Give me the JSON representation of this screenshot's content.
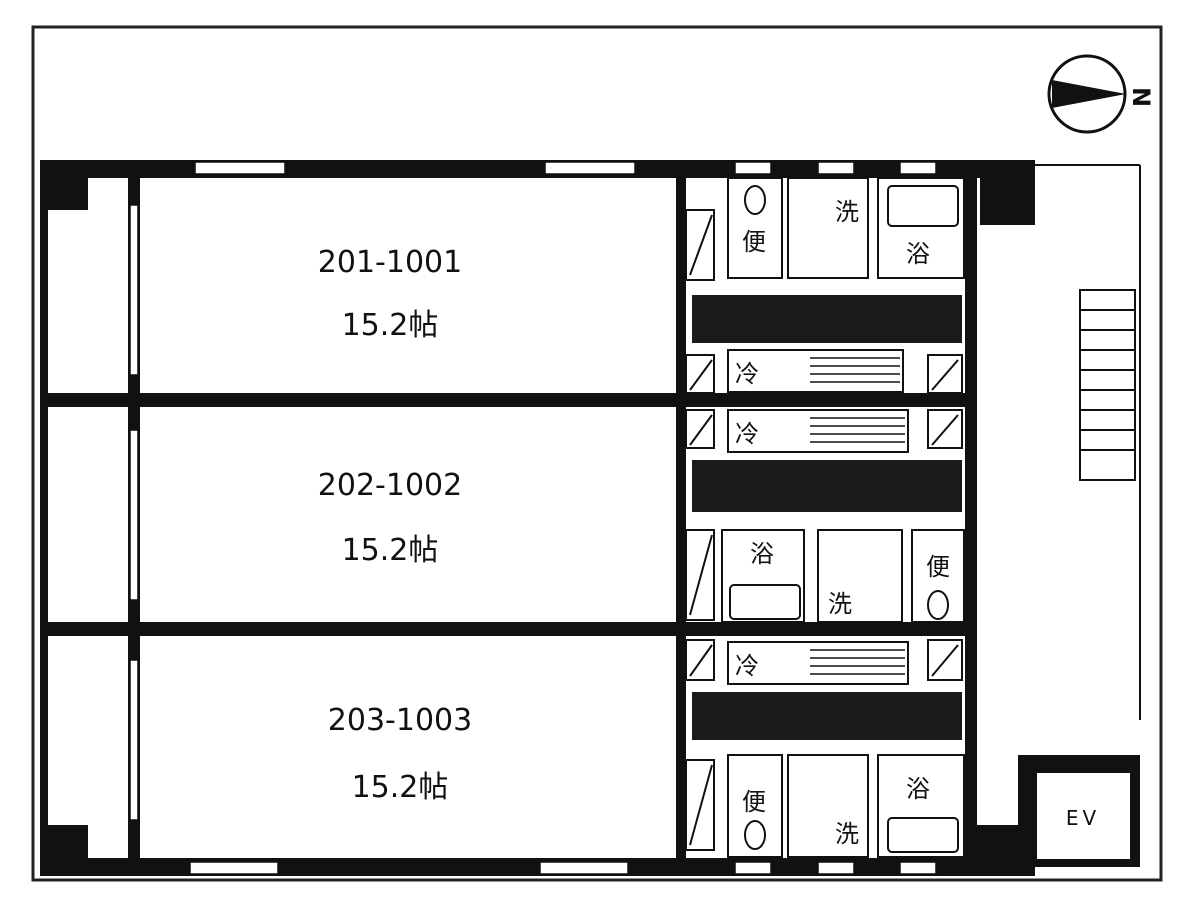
{
  "compass": {
    "label": "N"
  },
  "rooms": [
    {
      "id": "201-1001",
      "size": "15.2帖"
    },
    {
      "id": "202-1002",
      "size": "15.2帖"
    },
    {
      "id": "203-1003",
      "size": "15.2帖"
    }
  ],
  "fixtures": {
    "toilet": "便",
    "washer": "洗",
    "bath": "浴",
    "fridge": "冷"
  },
  "elevator": {
    "label": "EV"
  }
}
